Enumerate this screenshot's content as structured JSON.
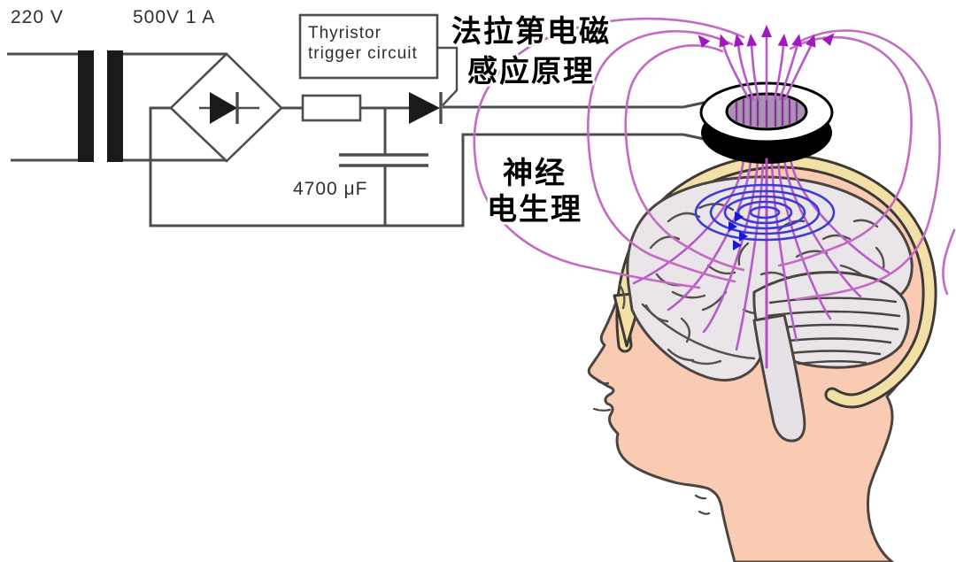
{
  "circuit": {
    "primary_label": "220 V",
    "secondary_label": "500V 1 A",
    "trigger_box": {
      "line1": "Thyristor",
      "line2": "trigger circuit"
    },
    "capacitor_label": "4700 μF"
  },
  "annotations": {
    "faraday_principle": {
      "line1": "法拉第电磁",
      "line2": "感应原理"
    },
    "neurophysiology": {
      "line1": "神经",
      "line2": "电生理"
    }
  },
  "colors": {
    "wire": "#4d4d4d",
    "component_fill": "#1a1a1a",
    "field_line": "#b65cc8",
    "loop_line": "#c36ac3",
    "field_arrow": "#a018c0",
    "induced_current": "#3c3cd2",
    "induced_arrow": "#1717e0",
    "skin": "#f8cbb2",
    "skull": "#f3e0a6",
    "brain": "#eae5e9",
    "brainstem": "#e6e1e6",
    "coil_body": "#000000",
    "coil_top": "#ffffff",
    "coil_hole": "#a894b0",
    "outline": "#4a4540"
  }
}
